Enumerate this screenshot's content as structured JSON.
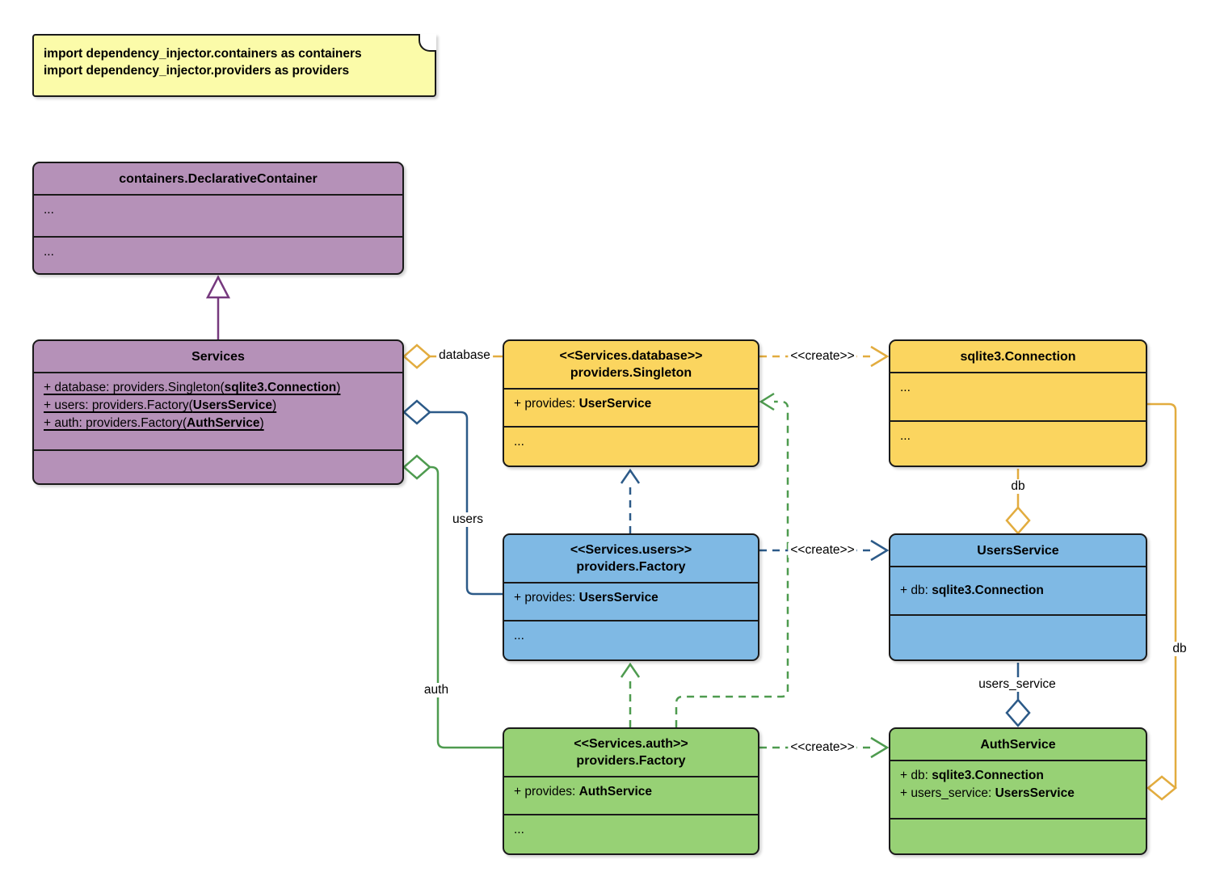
{
  "note": {
    "line1": "import dependency_injector.containers as containers",
    "line2": "import dependency_injector.providers as providers"
  },
  "classes": {
    "container": {
      "title": "containers.DeclarativeContainer",
      "row1": "...",
      "row2": "..."
    },
    "services": {
      "title": "Services",
      "attr1": {
        "pre": "+ database: providers.Singleton(",
        "bold": "sqlite3.Connection",
        "post": ")"
      },
      "attr2": {
        "pre": "+ users: providers.Factory(",
        "bold": "UsersService",
        "post": ")"
      },
      "attr3": {
        "pre": "+ auth: providers.Factory(",
        "bold": "AuthService",
        "post": ")"
      }
    },
    "singleton": {
      "stereotype": "<<Services.database>>",
      "name": "providers.Singleton",
      "attr": {
        "pre": "+ provides: ",
        "bold": "UserService"
      },
      "more": "..."
    },
    "connection": {
      "title": "sqlite3.Connection",
      "row1": "...",
      "row2": "..."
    },
    "users_factory": {
      "stereotype": "<<Services.users>>",
      "name": "providers.Factory",
      "attr": {
        "pre": "+ provides: ",
        "bold": "UsersService"
      },
      "more": "..."
    },
    "users_service": {
      "title": "UsersService",
      "attr": {
        "pre": "+ db: ",
        "bold": "sqlite3.Connection"
      }
    },
    "auth_factory": {
      "stereotype": "<<Services.auth>>",
      "name": "providers.Factory",
      "attr": {
        "pre": "+ provides: ",
        "bold": "AuthService"
      },
      "more": "..."
    },
    "auth_service": {
      "title": "AuthService",
      "attr1": {
        "pre": "+ db: ",
        "bold": "sqlite3.Connection"
      },
      "attr2": {
        "pre": "+ users_service: ",
        "bold": "UsersService"
      }
    }
  },
  "edges": {
    "database": "database",
    "users": "users",
    "auth": "auth",
    "create": "<<create>>",
    "db": "db",
    "users_service": "users_service"
  },
  "colors": {
    "purple_fill": "#B591B8",
    "purple_line": "#76397E",
    "yellow_fill": "#FBD55F",
    "note_fill": "#FBFBA9",
    "gold_line": "#E2AC3F",
    "blue_fill": "#7FB9E4",
    "blue_line": "#2C5A88",
    "green_fill": "#97D175",
    "green_line": "#4E9B4F",
    "border": "#1A1A1A"
  }
}
